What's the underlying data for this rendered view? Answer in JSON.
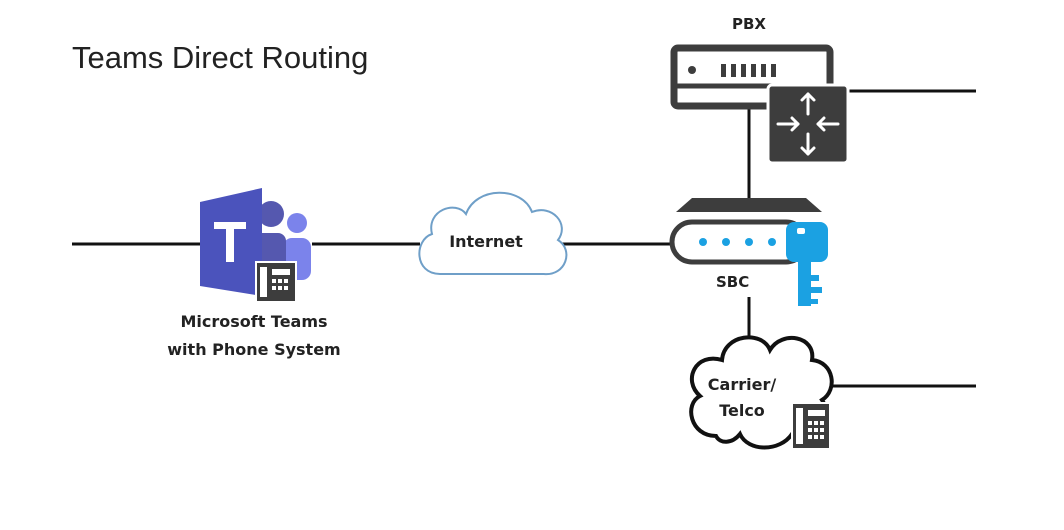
{
  "title": "Teams Direct Routing",
  "nodes": {
    "pbx": {
      "label": "PBX",
      "icon": "pbx-server-icon",
      "router_icon": "router-arrows-icon"
    },
    "sbc": {
      "label": "SBC",
      "icon": "sbc-device-icon",
      "key_icon": "key-icon"
    },
    "internet": {
      "label": "Internet",
      "icon": "cloud-icon"
    },
    "teams": {
      "label_line1": "Microsoft Teams",
      "label_line2": "with Phone System",
      "icon": "microsoft-teams-logo-icon",
      "phone_icon": "desk-phone-icon"
    },
    "carrier": {
      "label_line1": "Carrier/",
      "label_line2": "Telco",
      "icon": "cloud-icon",
      "phone_icon": "desk-phone-icon"
    }
  },
  "colors": {
    "line": "#111111",
    "teams_purple": "#5558AF",
    "teams_purple_light": "#7B83EB",
    "cloud_stroke": "#6f9fc8",
    "device_dark": "#3d3d3d",
    "sbc_dot": "#1ba1e2",
    "key": "#1ba1e2"
  }
}
